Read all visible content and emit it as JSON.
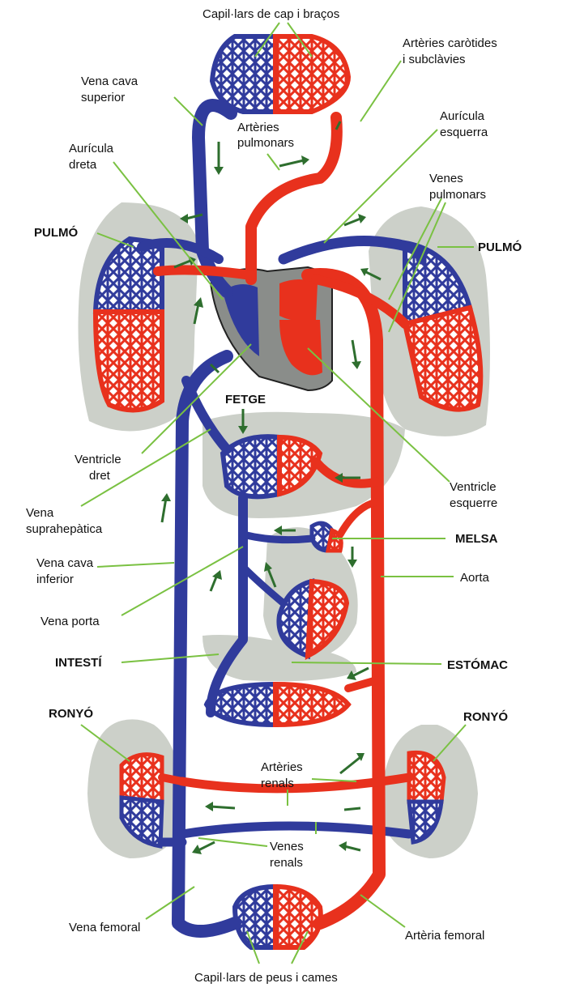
{
  "colors": {
    "venous": "#303b9c",
    "arterial": "#e8311d",
    "organ": "#ccd0c9",
    "leader": "#7ac142",
    "arrow": "#2e6e2e"
  },
  "labels": {
    "capillars_cap": "Capil·lars de cap i braços",
    "arteries_carotides_1": "Artèries caròtides",
    "arteries_carotides_2": "i subclàvies",
    "vena_cava_sup_1": "Vena cava",
    "vena_cava_sup_2": "superior",
    "arteries_pulm_1": "Artèries",
    "arteries_pulm_2": "pulmonars",
    "auricula_esq_1": "Aurícula",
    "auricula_esq_2": "esquerra",
    "auricula_dreta_1": "Aurícula",
    "auricula_dreta_2": "dreta",
    "venes_pulm_1": "Venes",
    "venes_pulm_2": "pulmonars",
    "pulmo_left": "PULMÓ",
    "pulmo_right": "PULMÓ",
    "fetge": "FETGE",
    "ventricle_dret_1": "Ventricle",
    "ventricle_dret_2": "dret",
    "vena_suprahep_1": "Vena",
    "vena_suprahep_2": "suprahepàtica",
    "ventricle_esq_1": "Ventricle",
    "ventricle_esq_2": "esquerre",
    "melsa": "MELSA",
    "vena_cava_inf_1": "Vena cava",
    "vena_cava_inf_2": "inferior",
    "aorta": "Aorta",
    "vena_porta": "Vena porta",
    "intesti": "INTESTÍ",
    "estomac": "ESTÓMAC",
    "ronyo_left": "RONYÓ",
    "ronyo_right": "RONYÓ",
    "arteries_renals_1": "Artèries",
    "arteries_renals_2": "renals",
    "venes_renals_1": "Venes",
    "venes_renals_2": "renals",
    "vena_femoral": "Vena femoral",
    "arteria_femoral": "Artèria femoral",
    "capillars_peus": "Capil·lars de peus i cames"
  }
}
